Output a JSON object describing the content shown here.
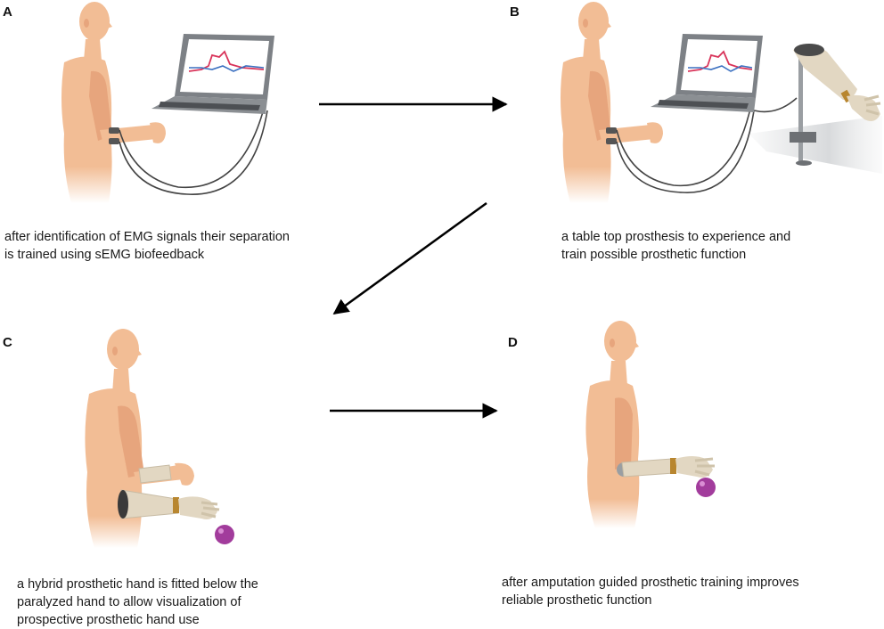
{
  "panels": {
    "A": {
      "label": "A",
      "caption": [
        "after identification of EMG signals their separation",
        "is trained using sEMG biofeedback"
      ],
      "illustration": "person-with-semg-electrodes-and-laptop"
    },
    "B": {
      "label": "B",
      "caption": [
        "a table top prosthesis to experience and",
        "train possible prosthetic function"
      ],
      "illustration": "person-with-laptop-and-tabletop-prosthesis"
    },
    "C": {
      "label": "C",
      "caption": [
        "a hybrid prosthetic hand is fitted below the",
        "paralyzed hand to allow visualization of",
        "prospective prosthetic hand use"
      ],
      "illustration": "person-with-hybrid-prosthetic-hand-and-ball"
    },
    "D": {
      "label": "D",
      "caption": [
        "after amputation guided prosthetic training improves",
        "reliable prosthetic function"
      ],
      "illustration": "person-with-prosthetic-arm-holding-ball"
    }
  },
  "colors": {
    "skin": "#f2bd95",
    "skin_shade": "#e7a57d",
    "prosthesis": "#e2d7c2",
    "prosthesis_band": "#b8862f",
    "ball": "#a23c9c",
    "laptop": "#8b8f93",
    "emg_red": "#d9345a",
    "emg_blue": "#3a6fc0",
    "arrow": "#000000"
  }
}
